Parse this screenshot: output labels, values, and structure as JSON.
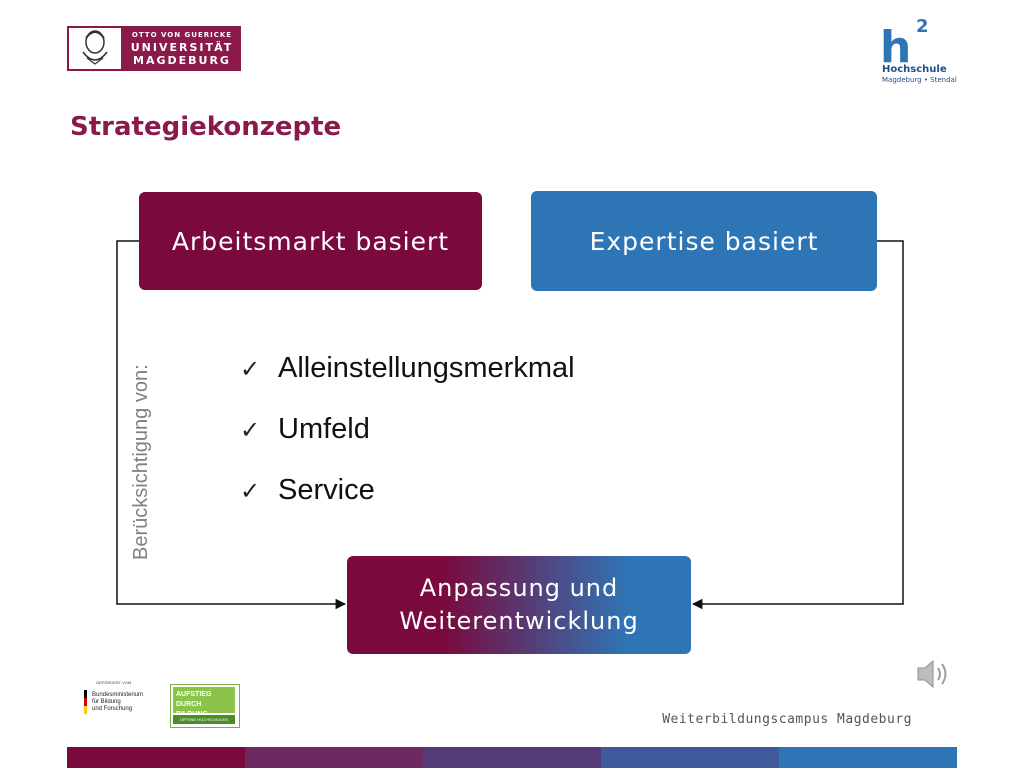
{
  "header": {
    "university_logo": {
      "line1": "OTTO VON GUERICKE",
      "line2": "UNIVERSITÄT",
      "line3": "MAGDEBURG"
    },
    "hochschule_logo": {
      "glyph": "h",
      "superscript": "2",
      "name": "Hochschule",
      "location": "Magdeburg • Stendal"
    }
  },
  "slide": {
    "title": "Strategiekonzepte",
    "box_left": "Arbeitsmarkt basiert",
    "box_right": "Expertise basiert",
    "box_bottom_line1": "Anpassung und",
    "box_bottom_line2": "Weiterentwicklung",
    "side_label": "Berücksichtigung von:",
    "checklist": [
      "Alleinstellungsmerkmal",
      "Umfeld",
      "Service"
    ]
  },
  "footer": {
    "bmbf": {
      "small": "GEFÖRDERT VOM",
      "line1": "Bundesministerium",
      "line2": "für Bildung",
      "line3": "und Forschung"
    },
    "aufstieg": {
      "line1": "AUFSTIEG DURCH",
      "line2": "BILDUNG",
      "line3": "OFFENE HOCHSCHULEN"
    },
    "campus": "Weiterbildungscampus Magdeburg"
  },
  "colors": {
    "maroon": "#7a0a3e",
    "blue": "#2e75b6",
    "title": "#8a1a4a",
    "bar": [
      "#7a0a3e",
      "#6b2a60",
      "#553a7a",
      "#3e5a9a",
      "#2e75b6"
    ]
  },
  "icons": [
    "check-icon",
    "speaker-icon"
  ]
}
